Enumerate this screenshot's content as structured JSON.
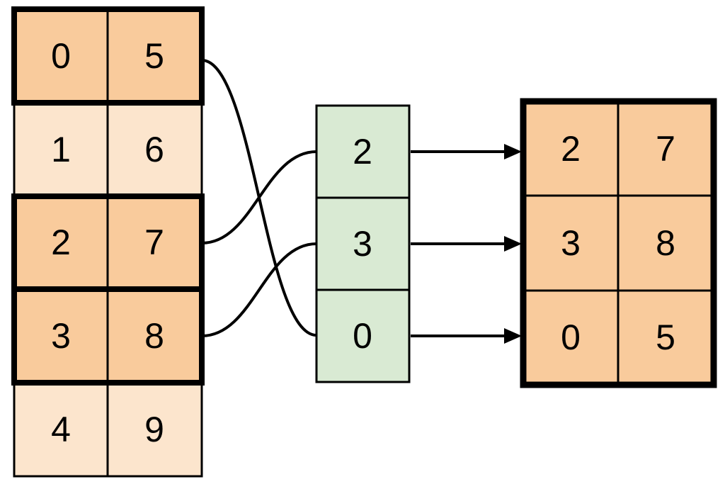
{
  "diagram": {
    "title": "array-row-indexing-diagram",
    "colors": {
      "cell_highlight": "#f9cb9c",
      "cell_light": "#fce5cd",
      "cell_index": "#d9ead3",
      "line": "#000000",
      "background": "#ffffff"
    },
    "source_table": {
      "rows": [
        {
          "c0": "0",
          "c1": "5",
          "highlighted": true
        },
        {
          "c0": "1",
          "c1": "6",
          "highlighted": false
        },
        {
          "c0": "2",
          "c1": "7",
          "highlighted": true
        },
        {
          "c0": "3",
          "c1": "8",
          "highlighted": true
        },
        {
          "c0": "4",
          "c1": "9",
          "highlighted": false
        }
      ]
    },
    "index_column": {
      "v0": "2",
      "v1": "3",
      "v2": "0"
    },
    "result_table": {
      "rows": [
        {
          "c0": "2",
          "c1": "7"
        },
        {
          "c0": "3",
          "c1": "8"
        },
        {
          "c0": "0",
          "c1": "5"
        }
      ]
    }
  }
}
